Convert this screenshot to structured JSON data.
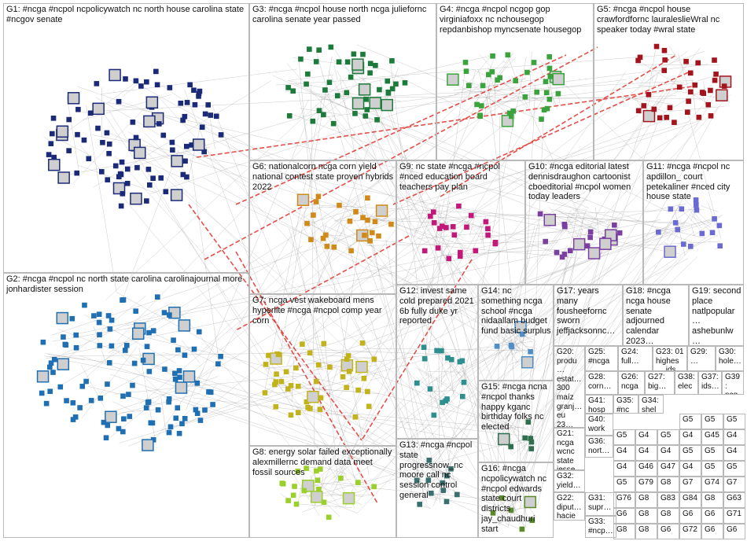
{
  "graph": {
    "groups": [
      {
        "id": "G1",
        "label": "G1: #ncga #ncpol ncpolicywatch nc north house carolina state #ncgov senate",
        "color": "#1b2a78"
      },
      {
        "id": "G2",
        "label": "G2: #ncga #ncpol nc north state carolina carolinajournal more jonhardister session",
        "color": "#1f6fb2"
      },
      {
        "id": "G3",
        "label": "G3: #ncga #ncpol house north ncga juliefornc carolina senate year passed",
        "color": "#1c7a3a"
      },
      {
        "id": "G4",
        "label": "G4: #ncga #ncpol ncgop gop virginiafoxx nc nchousegop repdanbishop myncsenate housegop",
        "color": "#3aa33c"
      },
      {
        "id": "G5",
        "label": "G5: #ncga #ncpol house crawfordfornc lauraleslieWral nc speaker today #wral state",
        "color": "#a3141d"
      },
      {
        "id": "G6",
        "label": "G6: nationalcorn ncga corn yield national contest state proven hybrids 2022",
        "color": "#d08a1a"
      },
      {
        "id": "G7",
        "label": "G7: ncga vest wakeboard mens hyperlite #ncga #ncpol comp year corn",
        "color": "#c2b21c"
      },
      {
        "id": "G8",
        "label": "G8: energy solar failed exceptionally alexmillernc demand data meet fossil sources",
        "color": "#9bcf2a"
      },
      {
        "id": "G9",
        "label": "G9: nc state #ncga #ncpol #nced education board teachers pay plan",
        "color": "#c2187a"
      },
      {
        "id": "G10",
        "label": "G10: #ncga editorial latest dennisdraughon cartoonist cboeditorial #ncpol women today leaders",
        "color": "#7a3fa0"
      },
      {
        "id": "G11",
        "label": "G11: #ncga #ncpol nc apdillon_ court petekaliner #nced city house state",
        "color": "#6a6ad0"
      },
      {
        "id": "G12",
        "label": "G12: invest same cold prepared 2021 6b fully duke yr reported",
        "color": "#2d8f8f"
      },
      {
        "id": "G13",
        "label": "G13: #ncga #ncpol state progressnow_nc moore call nc session control general",
        "color": "#3a6f6f"
      },
      {
        "id": "G14",
        "label": "G14: nc something ncga school #ncga nidaallam budget fund basic surplus",
        "color": "#4f8fc8"
      },
      {
        "id": "G15",
        "label": "G15: #ncga ncna #ncpol thanks happy kganc birthday folks nc elected",
        "color": "#2f6f4f"
      },
      {
        "id": "G16",
        "label": "G16: #ncga ncpolicywatch nc #ncpol edwards state court districts jay_chaudhuri start",
        "color": "#5a8a2a"
      },
      {
        "id": "G17",
        "label": "G17: years many fousheefornc sworn jeffjacksonnc…",
        "color": "#8a5a2a"
      },
      {
        "id": "G18",
        "label": "G18: #ncga ncga house senate adjourned calendar 2023…",
        "color": "#8a2a5a"
      },
      {
        "id": "G19",
        "label": "G19: second place natlpopular… ashebunlw…",
        "color": "#b0902a"
      },
      {
        "id": "G20",
        "label": "G20: produ… estat… 300 maíz granj… eu 23…",
        "color": "#7a7a2a"
      },
      {
        "id": "G21",
        "label": "G21: ncga wcnc state jesse… cities…",
        "color": "#2a7a7a"
      },
      {
        "id": "G22",
        "label": "G22: diput… hacie…",
        "color": "#7a2a2a"
      },
      {
        "id": "G23",
        "label": "G23: 01 highes… ids",
        "color": "#2a2a7a"
      },
      {
        "id": "G24",
        "label": "G24: full…",
        "color": "#2a7a2a"
      },
      {
        "id": "G25",
        "label": "G25: #ncga…",
        "color": "#4a4a9a"
      },
      {
        "id": "G26",
        "label": "G26: ncga…",
        "color": "#9a4a4a"
      },
      {
        "id": "G27",
        "label": "G27: big…",
        "color": "#4a9a4a"
      },
      {
        "id": "G28",
        "label": "G28: corn…",
        "color": "#9a9a4a"
      },
      {
        "id": "G29",
        "label": "G29: …",
        "color": "#4a9a9a"
      },
      {
        "id": "G30",
        "label": "G30: hole…",
        "color": "#9a4a9a"
      },
      {
        "id": "G31",
        "label": "G31: supr…",
        "color": "#5a5a5a"
      },
      {
        "id": "G32",
        "label": "G32: yield…",
        "color": "#6a3a1a"
      },
      {
        "id": "G33",
        "label": "G33: #ncp…",
        "color": "#1a3a6a"
      },
      {
        "id": "G34",
        "label": "G34: shel…",
        "color": "#3a6a1a"
      },
      {
        "id": "G35",
        "label": "G35: #nc…",
        "color": "#6a1a3a"
      },
      {
        "id": "G36",
        "label": "G36: nort…",
        "color": "#1a6a3a"
      },
      {
        "id": "G37",
        "label": "G37: ids…",
        "color": "#3a1a6a"
      },
      {
        "id": "G38",
        "label": "G38: elec…",
        "color": "#6a6a1a"
      },
      {
        "id": "G39",
        "label": "G39: ncg…",
        "color": "#1a6a6a"
      },
      {
        "id": "G40",
        "label": "G40: work…",
        "color": "#6a1a6a"
      },
      {
        "id": "G41",
        "label": "G41: hosp…",
        "color": "#2a4a6a"
      }
    ],
    "small_group_tags": [
      "G5…",
      "G5…",
      "G5…",
      "G5…",
      "G4…",
      "G5…",
      "G4…",
      "G45",
      "G4…",
      "G4…",
      "G4…",
      "G4…",
      "G5…",
      "G5…",
      "G4…",
      "G4…",
      "G46",
      "G47",
      "G4…",
      "G5…",
      "G5…",
      "G5…",
      "G79",
      "G8…",
      "G7…",
      "G74",
      "G7…",
      "G76",
      "G8…",
      "G83",
      "G84",
      "G8…",
      "G63",
      "G6…",
      "G8…",
      "G8…",
      "G6…",
      "G6…",
      "G71",
      "G8…",
      "G8…",
      "G6…",
      "G72",
      "G6…",
      "G6…"
    ],
    "edge_color": "#9a9a9a",
    "highlight_edge_color": "#e0302a"
  }
}
